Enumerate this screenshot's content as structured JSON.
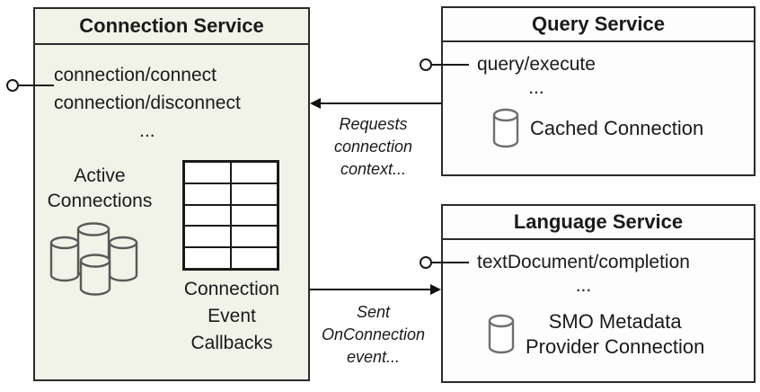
{
  "colors": {
    "connection_box_fill": "#f1f3e8",
    "box_border": "#2b2b2b",
    "service_box_fill": "#fdfdfd",
    "cylinder_gray": "#595959",
    "arrow_black": "#111111"
  },
  "connection_service": {
    "title": "Connection Service",
    "method_1": "connection/connect",
    "method_2": "connection/disconnect",
    "ellipsis": "...",
    "active_line_1": "Active",
    "active_line_2": "Connections",
    "callbacks_line_1": "Connection",
    "callbacks_line_2": "Event",
    "callbacks_line_3": "Callbacks",
    "callbacks_table": {
      "rows": 5,
      "columns": 2
    }
  },
  "query_service": {
    "title": "Query Service",
    "method_1": "query/execute",
    "ellipsis": "...",
    "cache_label": "Cached Connection"
  },
  "language_service": {
    "title": "Language Service",
    "method_1": "textDocument/completion",
    "ellipsis": "...",
    "smo_line_1": "SMO Metadata",
    "smo_line_2": "Provider Connection"
  },
  "arrow_requests": {
    "line_1": "Requests",
    "line_2": "connection",
    "line_3": "context..."
  },
  "arrow_sent": {
    "line_1": "Sent",
    "line_2": "OnConnection",
    "line_3": "event..."
  }
}
